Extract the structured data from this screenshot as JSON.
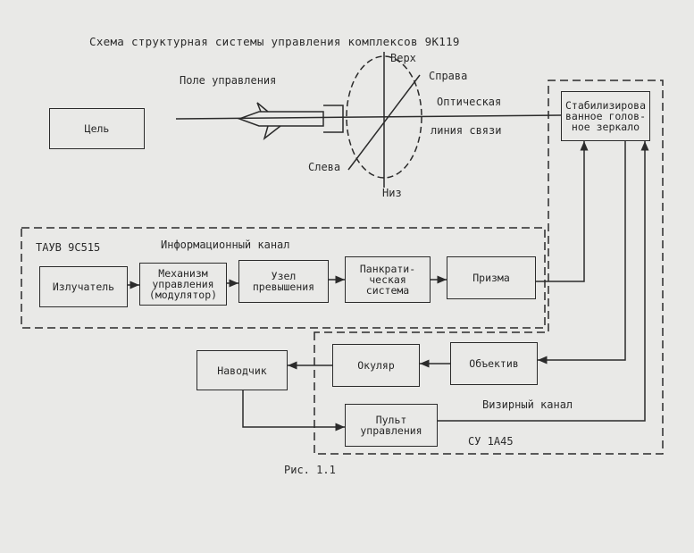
{
  "title": "Схема структурная системы управления комплексов 9К119",
  "field_label": "Поле управления",
  "target": "Цель",
  "directions": {
    "up": "Верх",
    "right": "Справа",
    "left": "Слева",
    "down": "Низ"
  },
  "optical_line": [
    "Оптическая",
    "линия связи"
  ],
  "mirror": [
    "Стабилизирова",
    "ванное голов-",
    "ное зеркало"
  ],
  "tauv_label": "ТАУВ 9С515",
  "info_channel_label": "Информационный канал",
  "emitter": "Излучатель",
  "modulator": [
    "Механизм",
    "управления",
    "(модулятор)"
  ],
  "elevation": [
    "Узел",
    "превышения"
  ],
  "pancratic": [
    "Панкрати-",
    "ческая",
    "система"
  ],
  "prism": "Призма",
  "guidance": "Наводчик",
  "eyepiece": "Окуляр",
  "objective": "Объектив",
  "sight_channel_label": "Визирный канал",
  "control_panel": [
    "Пульт",
    "управления"
  ],
  "su_label": "СУ 1А45",
  "fig_caption": "Рис. 1.1"
}
